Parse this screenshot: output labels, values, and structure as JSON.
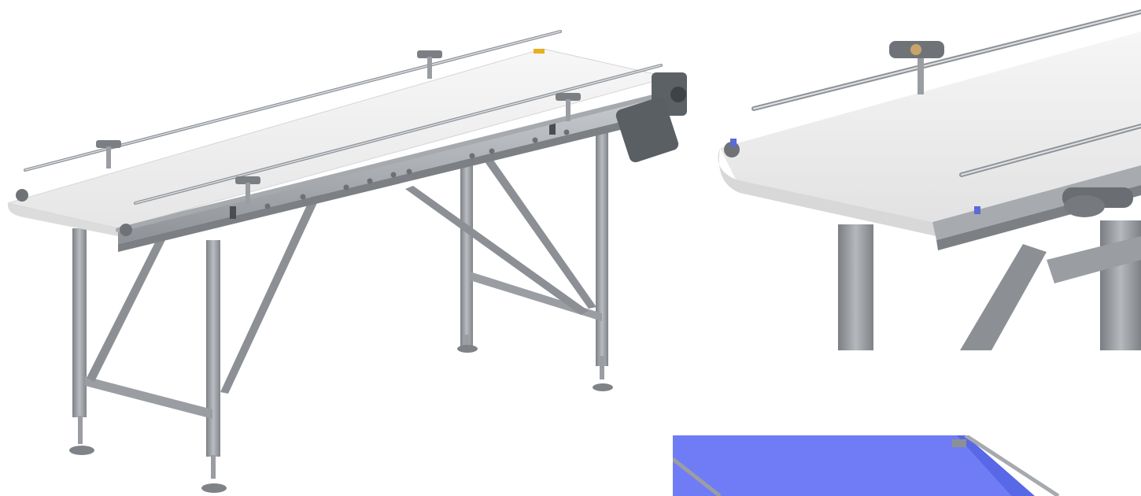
{
  "scene": {
    "subject": "conveyor",
    "panels": [
      {
        "name": "overview",
        "belt_color": "#f2f2f2"
      },
      {
        "name": "detail-end",
        "belt_color": "#f0f0f0"
      },
      {
        "name": "blue-belt-variant",
        "belt_color": "#6f7cf5"
      }
    ]
  },
  "colors": {
    "steel": "#9a9ea3",
    "steel_dark": "#6f7378",
    "steel_light": "#cfd2d6",
    "motor": "#5c6166",
    "belt_white": "#f2f2f2",
    "belt_blue": "#6f7cf5",
    "accent_yellow": "#e8b020",
    "foot": "#7f8388"
  }
}
